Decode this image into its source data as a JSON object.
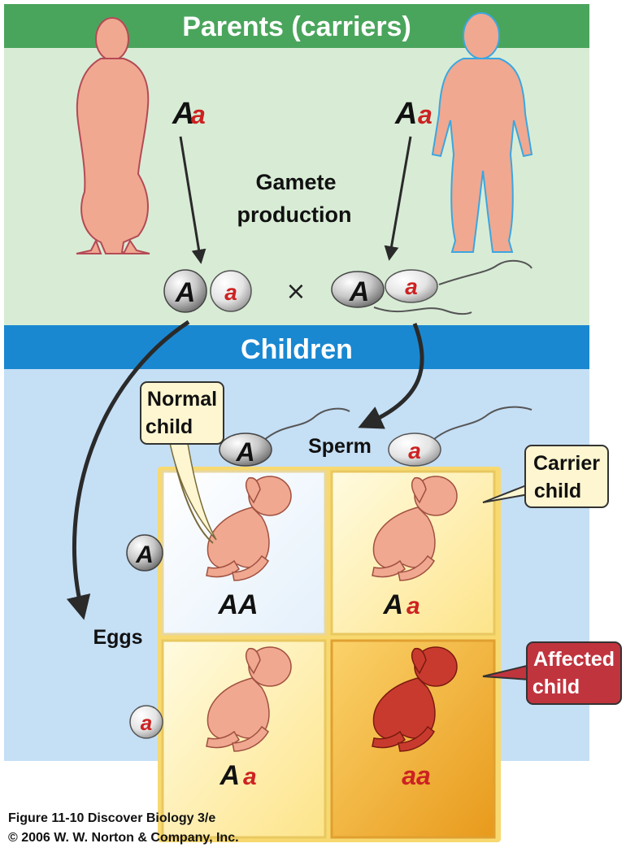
{
  "header": {
    "parents_title": "Parents (carriers)",
    "children_title": "Children"
  },
  "labels": {
    "gamete_production_line1": "Gamete",
    "gamete_production_line2": "production",
    "cross_symbol": "×",
    "sperm": "Sperm",
    "eggs": "Eggs"
  },
  "parents": {
    "mother_genotype": {
      "dominant": "A",
      "recessive": "a"
    },
    "father_genotype": {
      "dominant": "A",
      "recessive": "a"
    }
  },
  "gametes": {
    "dominant": "A",
    "recessive": "a"
  },
  "callouts": {
    "normal_line1": "Normal",
    "normal_line2": "child",
    "carrier_line1": "Carrier",
    "carrier_line2": "child",
    "affected_line1": "Affected",
    "affected_line2": "child"
  },
  "punnett": {
    "aa_dominant": "AA",
    "aa_recessive": "aa",
    "carrier_top_dominant": "A",
    "carrier_top_recessive": "a",
    "carrier_bottom_dominant": "A",
    "carrier_bottom_recessive": "a"
  },
  "footer": {
    "line1": "Figure 11-10  Discover Biology 3/e",
    "line2": "© 2006 W. W. Norton & Company, Inc."
  },
  "colors": {
    "header_green": "#4aa55c",
    "parents_bg": "#d8ecd5",
    "children_bar": "#1a88d0",
    "children_bg": "#c5dff5",
    "recessive_red": "#cc2222",
    "skin": "#f0a890",
    "affected_red": "#c93a2e",
    "callout_bg": "#fdf6d0"
  }
}
